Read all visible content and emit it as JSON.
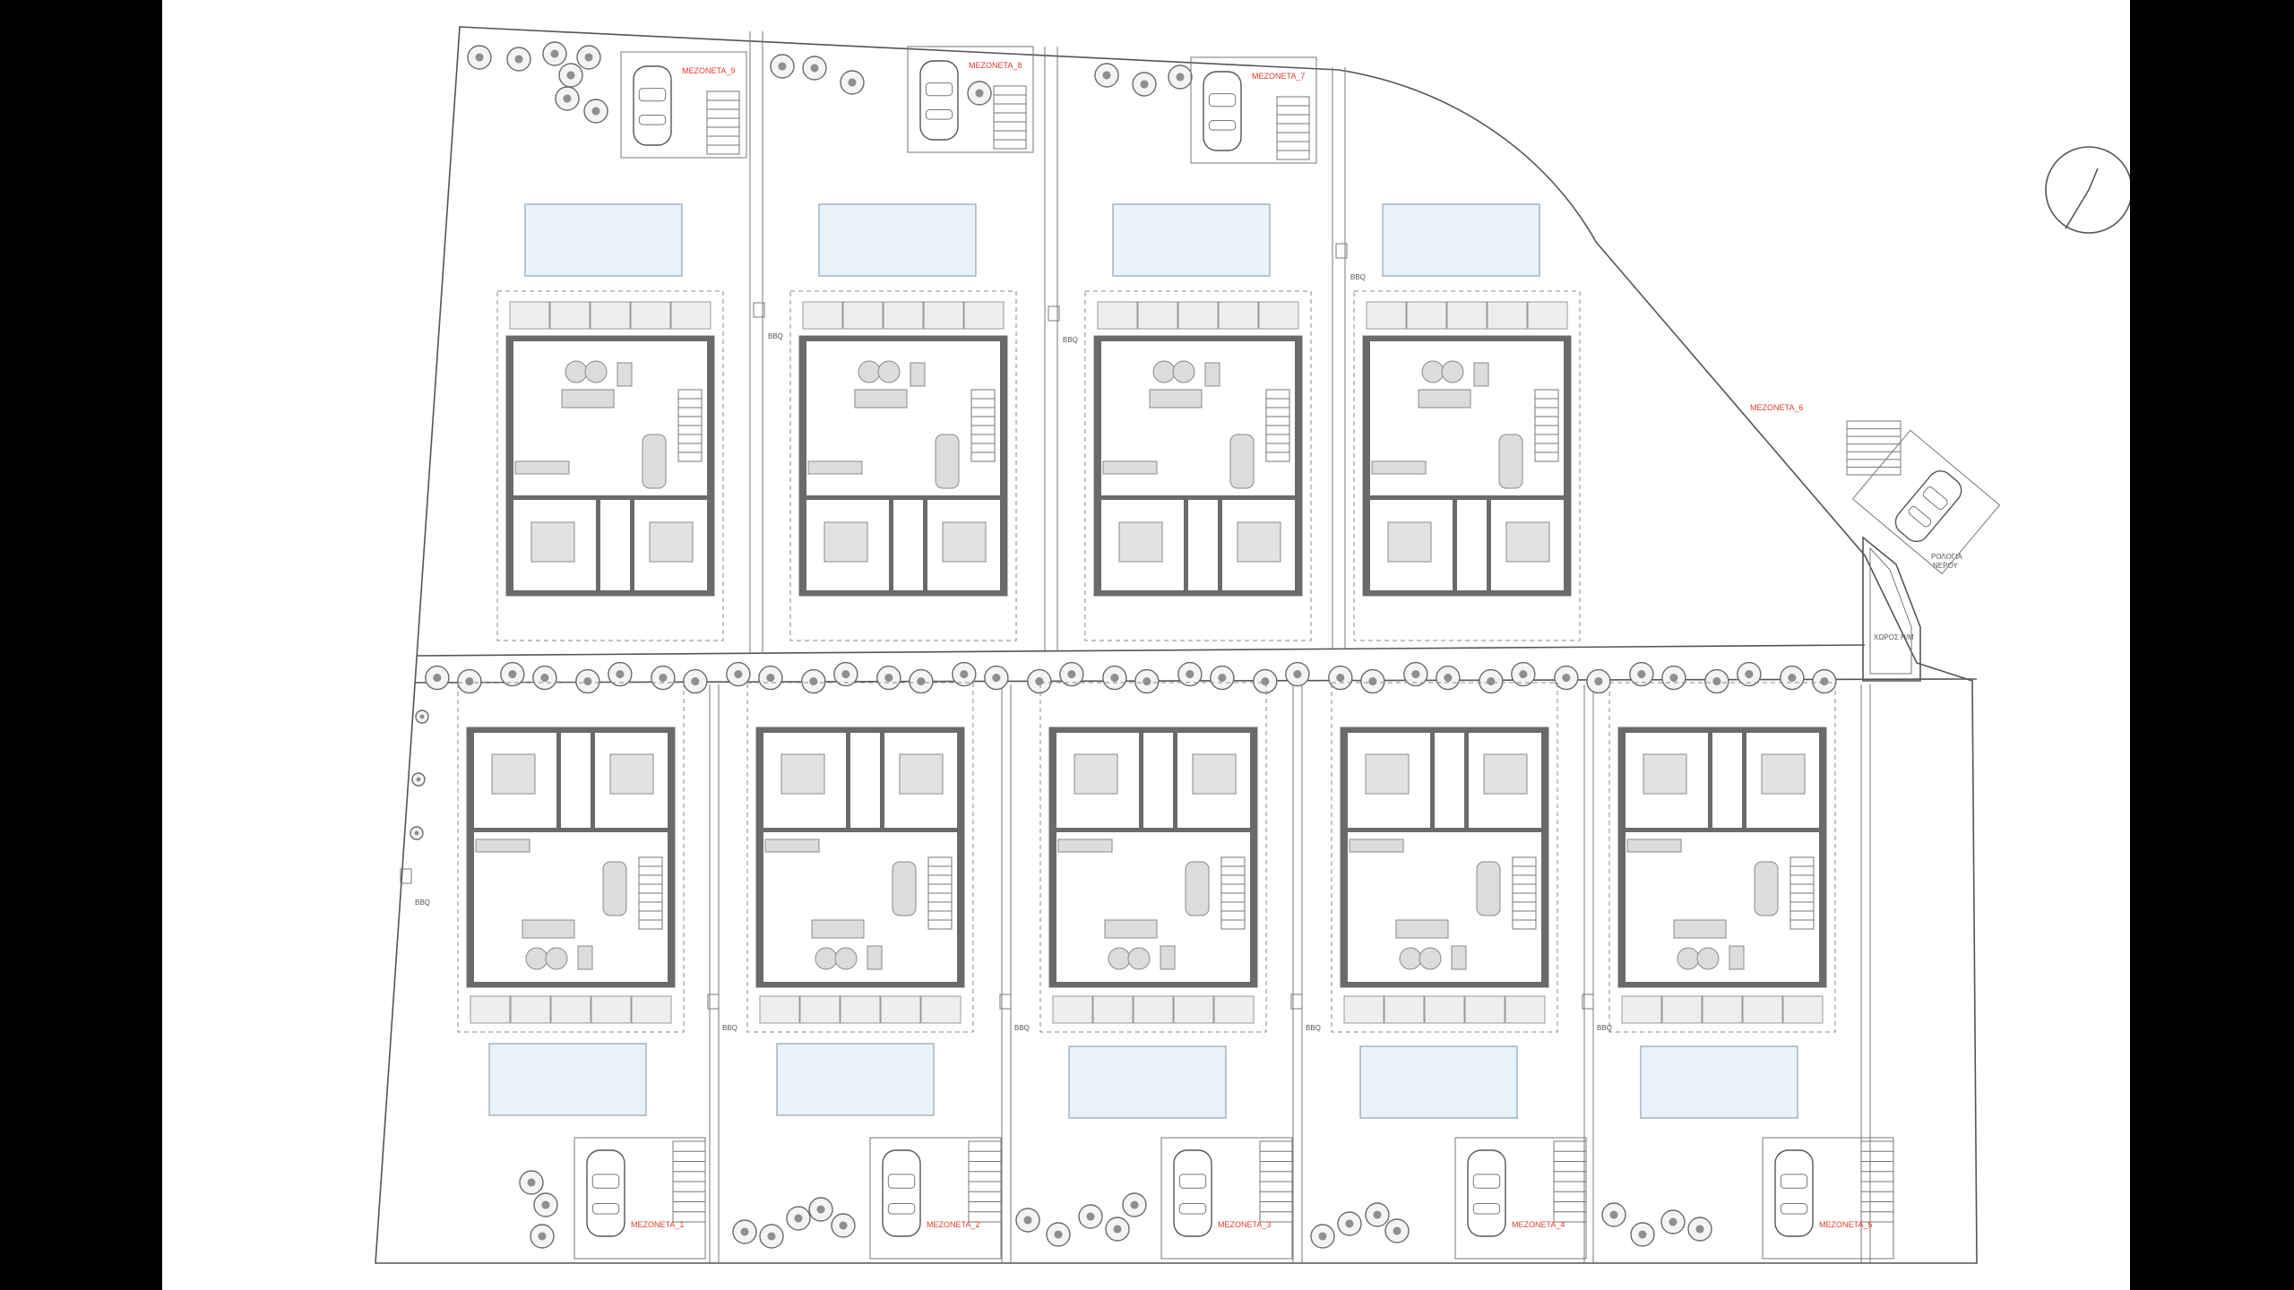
{
  "plan": {
    "units_top": [
      "MEZONETA_9",
      "MEZONETA_8",
      "MEZONETA_7",
      "MEZONETA_6"
    ],
    "units_bottom": [
      "MEZONETA_1",
      "MEZONETA_2",
      "MEZONETA_3",
      "MEZONETA_4",
      "MEZONETA_5"
    ],
    "bbq_label": "BBQ",
    "water_meter_line1": "ΡΟΛΟΓΙΑ",
    "water_meter_line2": "ΝΕΡΟΥ",
    "electric_room": "ΧΩΡΟΣ Η/Μ",
    "icons": [
      "north-arrow-icon",
      "car-icon",
      "tree-icon",
      "pool",
      "stair-icon"
    ],
    "colors": {
      "unit_label": "#e03a2c",
      "pool": "#e8f2fa",
      "wall": "#6a6a6a",
      "background": "#000000",
      "sheet": "#ffffff"
    }
  }
}
